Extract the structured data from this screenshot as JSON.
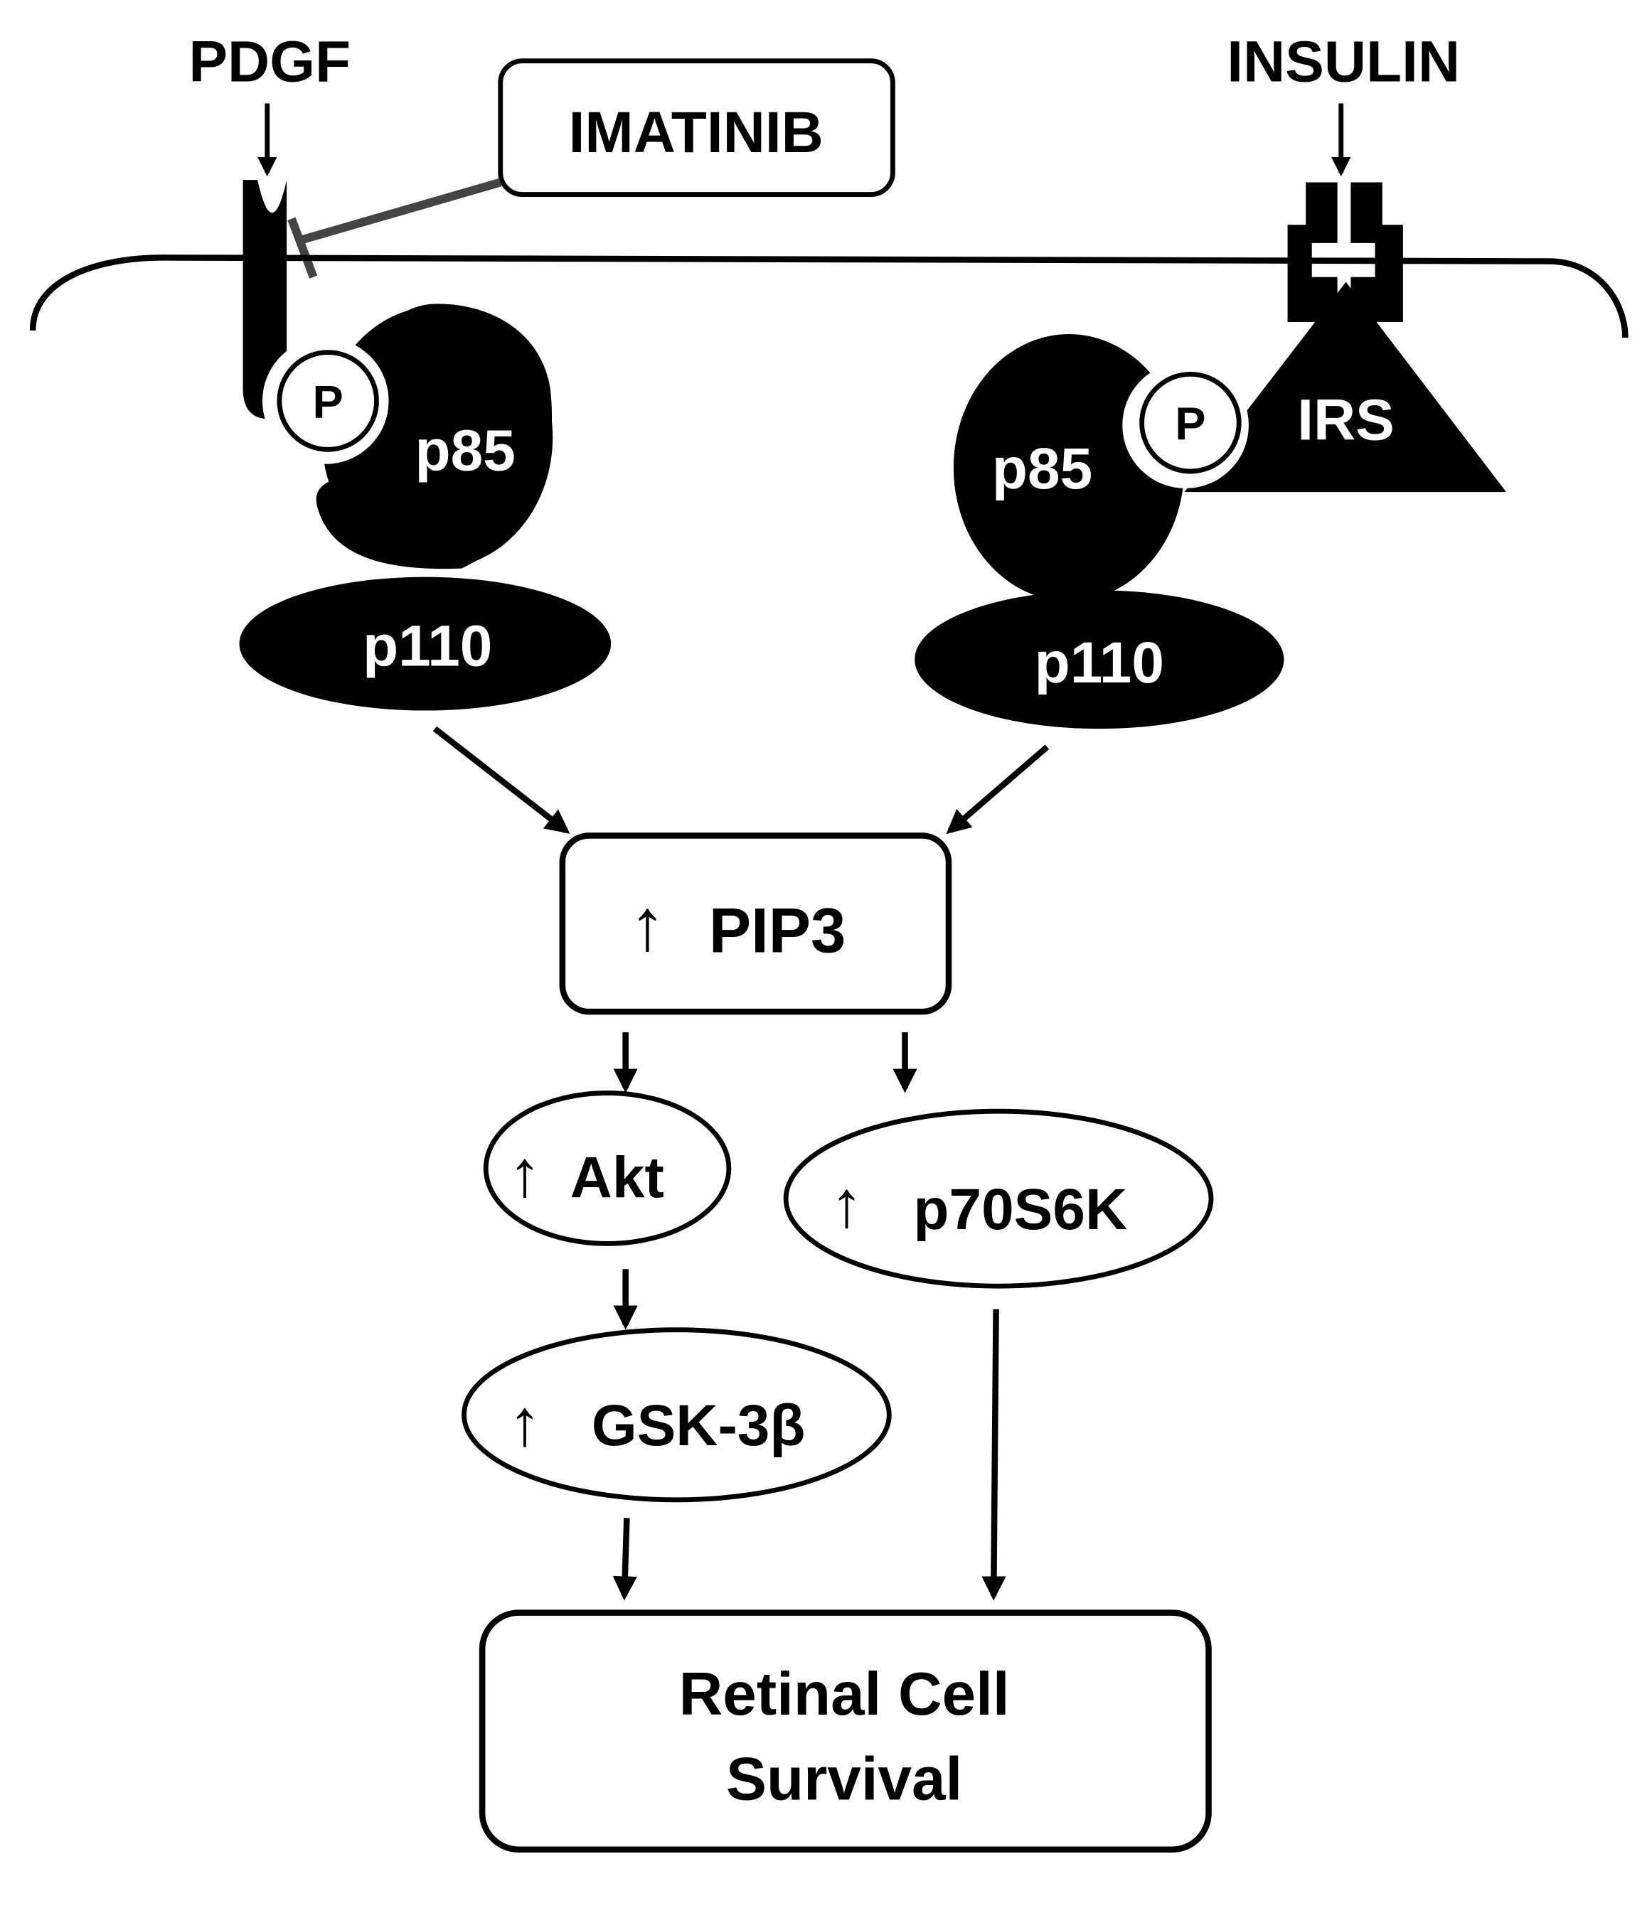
{
  "ligands": {
    "left": "PDGF",
    "right": "INSULIN"
  },
  "inhibitor": "IMATINIB",
  "left_complex": {
    "phospho": "P",
    "regulatory": "p85",
    "catalytic": "p110"
  },
  "right_complex": {
    "phospho": "P",
    "regulatory": "p85",
    "catalytic": "p110",
    "adaptor": "IRS"
  },
  "pip3": {
    "arrow": "↑",
    "label": "PIP3"
  },
  "akt": {
    "arrow": "↑",
    "label": "Akt"
  },
  "p70": {
    "arrow": "↑",
    "label": "p70S6K"
  },
  "gsk": {
    "arrow": "↑",
    "label": "GSK-3β"
  },
  "outcome": {
    "line1": "Retinal Cell",
    "line2": "Survival"
  },
  "colors": {
    "ink": "#000000",
    "inhibitor_line": "#444444"
  }
}
